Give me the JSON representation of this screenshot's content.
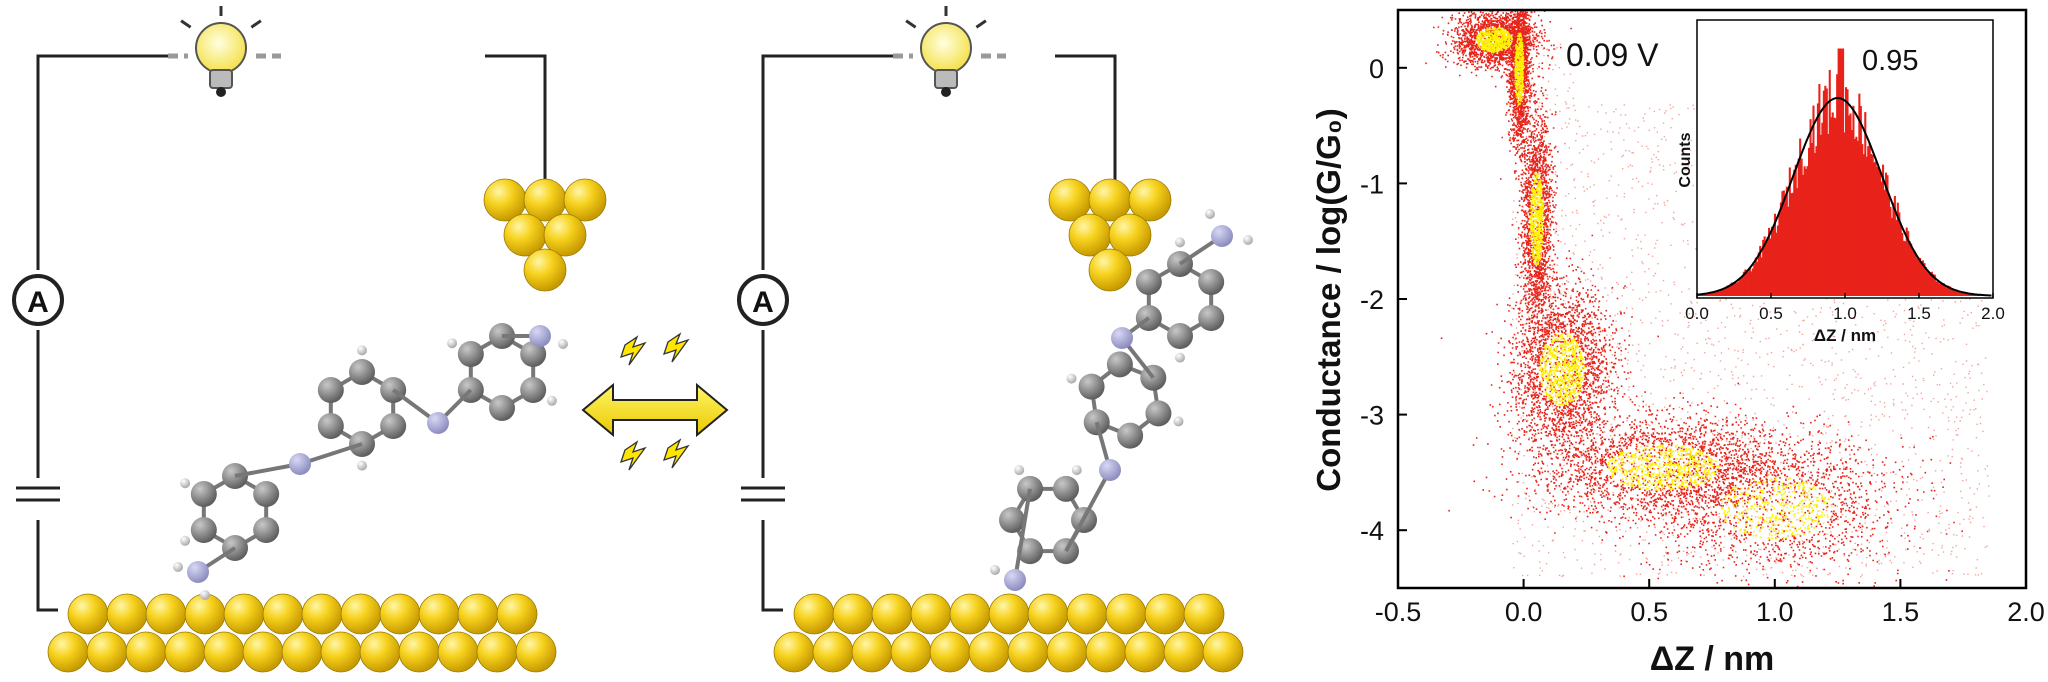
{
  "chart_data": [
    {
      "type": "heatmap",
      "title": "",
      "annotation": "0.09 V",
      "xlabel": "ΔZ / nm",
      "ylabel": "Conductance / log(G/G₀)",
      "xlim": [
        -0.5,
        2.0
      ],
      "ylim": [
        -4.5,
        0.5
      ],
      "xticks": [
        "-0.5",
        "0.0",
        "0.5",
        "1.0",
        "1.5",
        "2.0"
      ],
      "yticks": [
        "0",
        "-1",
        "-2",
        "-3",
        "-4"
      ],
      "density_clusters": [
        {
          "x": -0.12,
          "y": 0.25,
          "sx": 0.08,
          "sy": 0.12,
          "weight": 0.6
        },
        {
          "x": -0.02,
          "y": 0.0,
          "sx": 0.02,
          "sy": 0.35,
          "weight": 0.5
        },
        {
          "x": 0.05,
          "y": -1.3,
          "sx": 0.03,
          "sy": 0.45,
          "weight": 0.6
        },
        {
          "x": 0.15,
          "y": -2.6,
          "sx": 0.1,
          "sy": 0.35,
          "weight": 0.8
        },
        {
          "x": 0.55,
          "y": -3.45,
          "sx": 0.25,
          "sy": 0.22,
          "weight": 1.0
        },
        {
          "x": 1.0,
          "y": -3.8,
          "sx": 0.25,
          "sy": 0.3,
          "weight": 0.5
        }
      ],
      "colors": {
        "low": "#e8231a",
        "high": "#fff200"
      }
    },
    {
      "type": "bar",
      "title": "",
      "annotation": "0.95",
      "xlabel": "ΔZ / nm",
      "ylabel": "Counts",
      "xlim": [
        0.0,
        2.0
      ],
      "xticks": [
        "0.0",
        "0.5",
        "1.0",
        "1.5",
        "2.0"
      ],
      "gaussian_fit": {
        "mean": 0.95,
        "sigma": 0.3
      },
      "colors": {
        "bars": "#e8231a",
        "fit": "#000000"
      }
    }
  ],
  "schematic": {
    "left_meter_label": "A",
    "right_meter_label": "A"
  }
}
